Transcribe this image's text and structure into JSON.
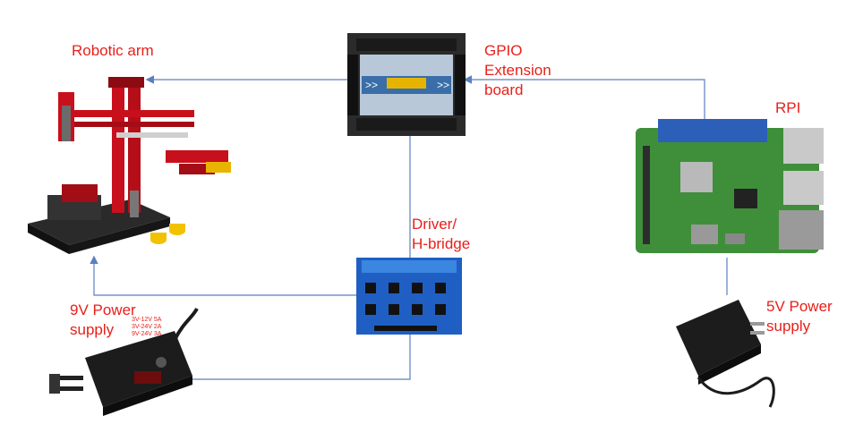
{
  "labels": {
    "robotic_arm": "Robotic arm",
    "gpio_line1": "GPIO",
    "gpio_line2": "Extension",
    "gpio_line3": "board",
    "rpi": "RPI",
    "driver_line1": "Driver/",
    "driver_line2": "H-bridge",
    "power9_line1": "9V Power",
    "power9_line2": "supply",
    "power5_line1": "5V Power",
    "power5_line2": "supply"
  },
  "adapter_9v": {
    "spec_line1": "3V-12V 5A",
    "spec_line2": "3V-24V 2A",
    "spec_line3": "9V-24V 3A"
  },
  "colors": {
    "label": "#e8201a",
    "connector": "#5b7fbf",
    "arm_red": "#c8101c",
    "pcb_blue": "#1f5fc4",
    "rpi_green": "#3f8f3a"
  }
}
